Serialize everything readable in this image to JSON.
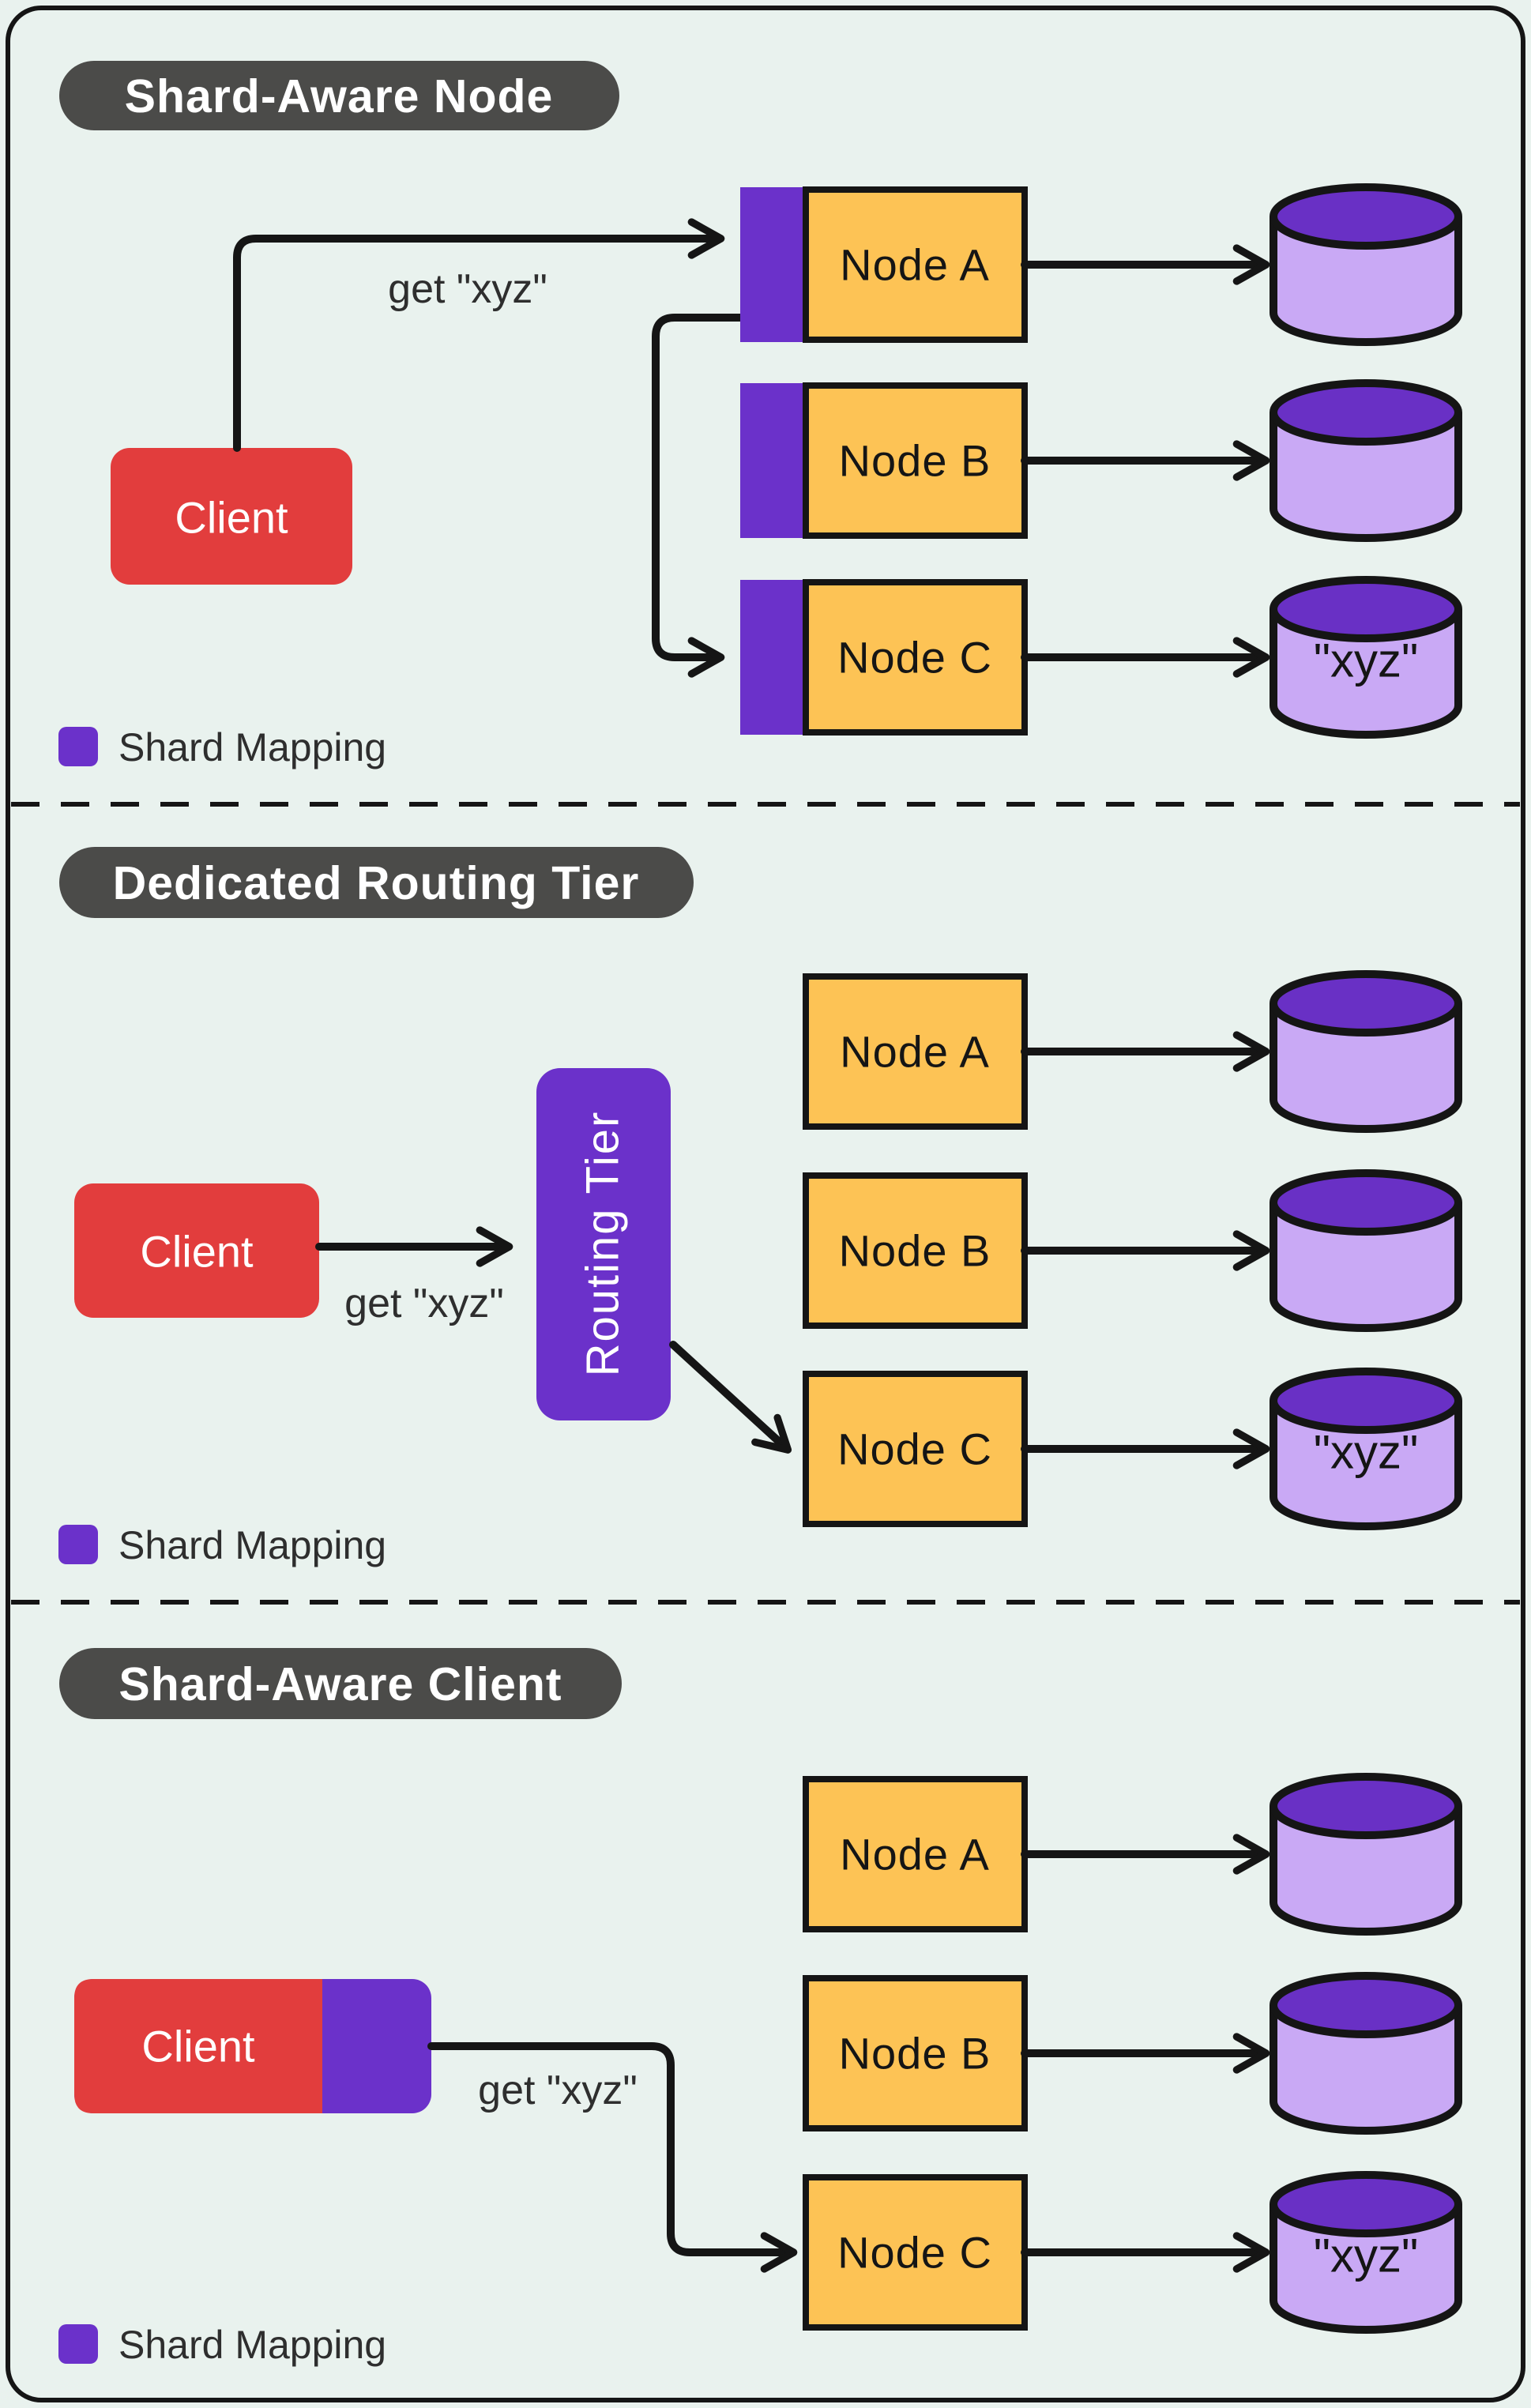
{
  "colors": {
    "background": "#e9f2ee",
    "ink": "#151515",
    "section_pill": "#4b4b49",
    "client_red": "#e23d3d",
    "node_orange": "#fdc355",
    "shard_purple": "#6b31ca",
    "db_body_purple": "#c9a9f5",
    "db_top_purple": "#6930c5",
    "label_gray": "#2e2e2e"
  },
  "sections": [
    {
      "title": "Shard-Aware Node",
      "client_label": "Client",
      "request_label": "get \"xyz\"",
      "nodes": [
        "Node A",
        "Node B",
        "Node C"
      ],
      "db_value": "\"xyz\"",
      "legend_label": "Shard Mapping"
    },
    {
      "title": "Dedicated Routing Tier",
      "client_label": "Client",
      "request_label": "get \"xyz\"",
      "routing_tier_label": "Routing Tier",
      "nodes": [
        "Node A",
        "Node B",
        "Node C"
      ],
      "db_value": "\"xyz\"",
      "legend_label": "Shard Mapping"
    },
    {
      "title": "Shard-Aware Client",
      "client_label": "Client",
      "request_label": "get \"xyz\"",
      "nodes": [
        "Node A",
        "Node B",
        "Node C"
      ],
      "db_value": "\"xyz\"",
      "legend_label": "Shard Mapping"
    }
  ]
}
